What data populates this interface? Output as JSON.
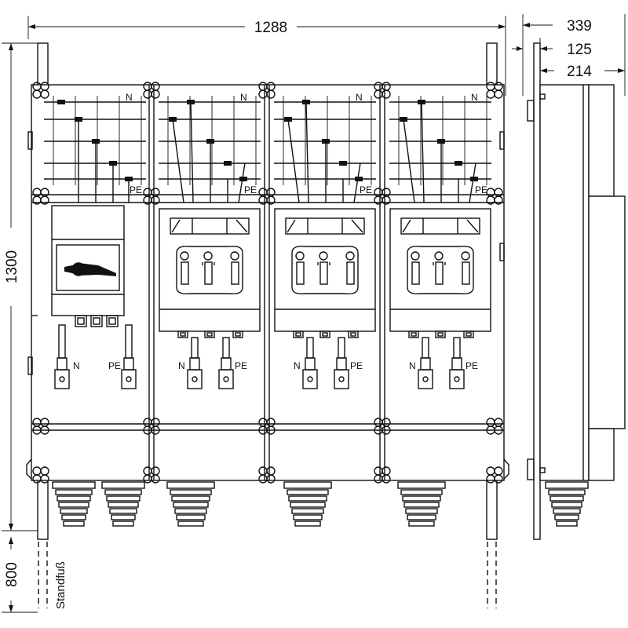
{
  "dimensions": {
    "total_width": "1288",
    "height": "1300",
    "stand_height": "800",
    "side_depth": "339",
    "side_front": "125",
    "side_body": "214"
  },
  "labels": {
    "n": "N",
    "pe": "PE",
    "stand": "Standfuß"
  }
}
